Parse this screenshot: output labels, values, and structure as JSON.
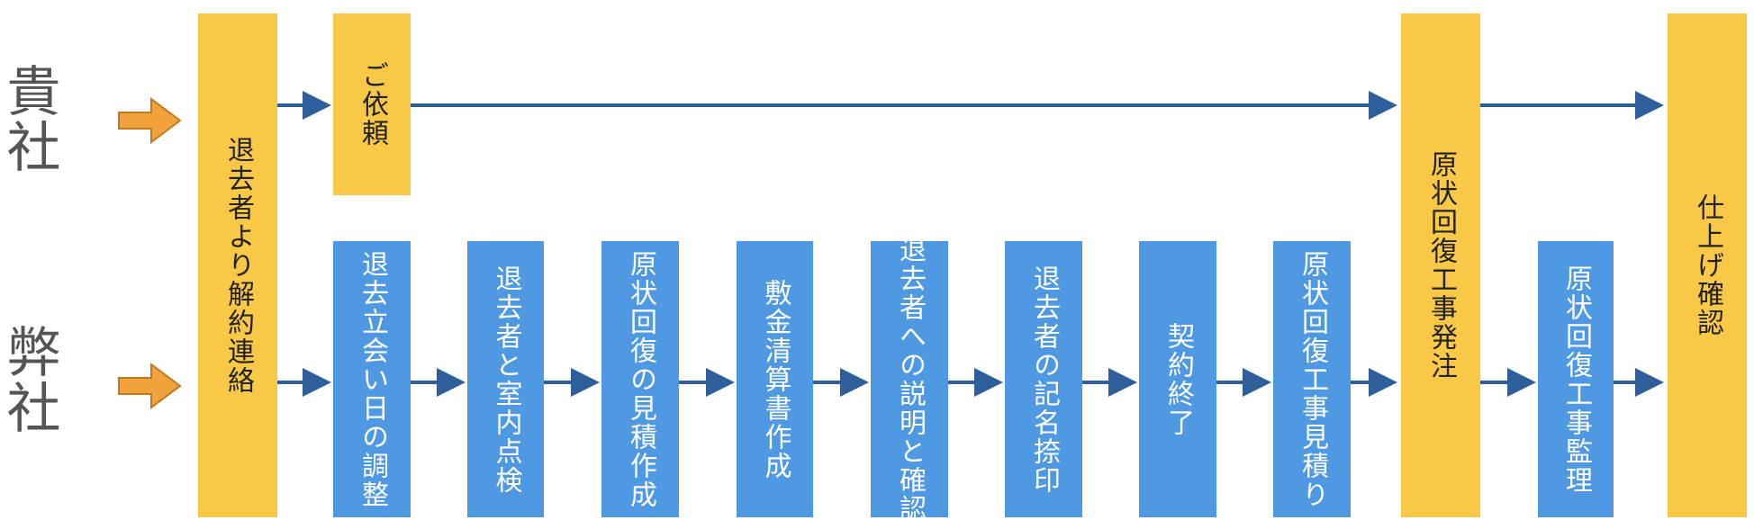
{
  "row_labels": {
    "client": "貴社",
    "company": "弊社"
  },
  "steps": {
    "cancellation_notice": "退去者より解約連絡",
    "request": "ご依頼",
    "restoration_order": "原状回復工事発注",
    "finish_check": "仕上げ確認",
    "schedule": "退去立会い日の調整",
    "inspection": "退去者と室内点検",
    "estimate": "原状回復の見積作成",
    "deposit_statement": "敷金清算書作成",
    "explanation": "退去者への説明と確認",
    "seal": "退去者の記名捺印",
    "contract_end": "契約終了",
    "work_estimate": "原状回復工事見積り",
    "supervision": "原状回復工事監理"
  },
  "colors": {
    "yellow": "#F9C846",
    "blue": "#4F99E2",
    "arrow": "#2E5F9A",
    "entry_arrow": "#F2A23C"
  }
}
